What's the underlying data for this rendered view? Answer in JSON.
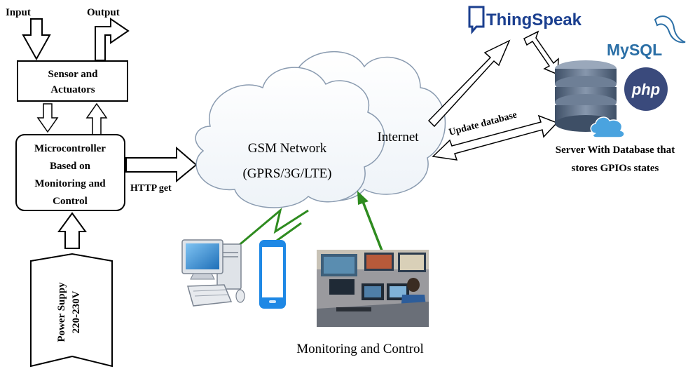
{
  "labels": {
    "input": "Input",
    "output": "Output",
    "sensor_line1": "Sensor and",
    "sensor_line2": "Actuators",
    "mcu_line1": "Microcontroller",
    "mcu_line2": "Based on",
    "mcu_line3": "Monitoring and",
    "mcu_line4": "Control",
    "http_get": "HTTP get",
    "power_line1": "Power Suppy",
    "power_line2": "220-230V",
    "gsm_line1": "GSM Network",
    "gsm_line2": "(GPRS/3G/LTE)",
    "internet": "Internet",
    "update_database": "Update database",
    "thingspeak": "ThingSpeak",
    "mysql": "MySQL",
    "php": "php",
    "server_line1": "Server With Database that",
    "server_line2": "stores GPIOs states",
    "monitoring_control": "Monitoring and Control"
  },
  "colors": {
    "thingspeak_blue": "#1b3f8f",
    "mysql_blue": "#2b6fa6",
    "mysql_orange": "#e48a1a",
    "php_bg": "#3a4a7c",
    "link_green": "#2e8b1f",
    "phone_blue": "#1e88e5",
    "db_slate": "#5a6e86",
    "cloud_blue": "#4aa3df"
  }
}
